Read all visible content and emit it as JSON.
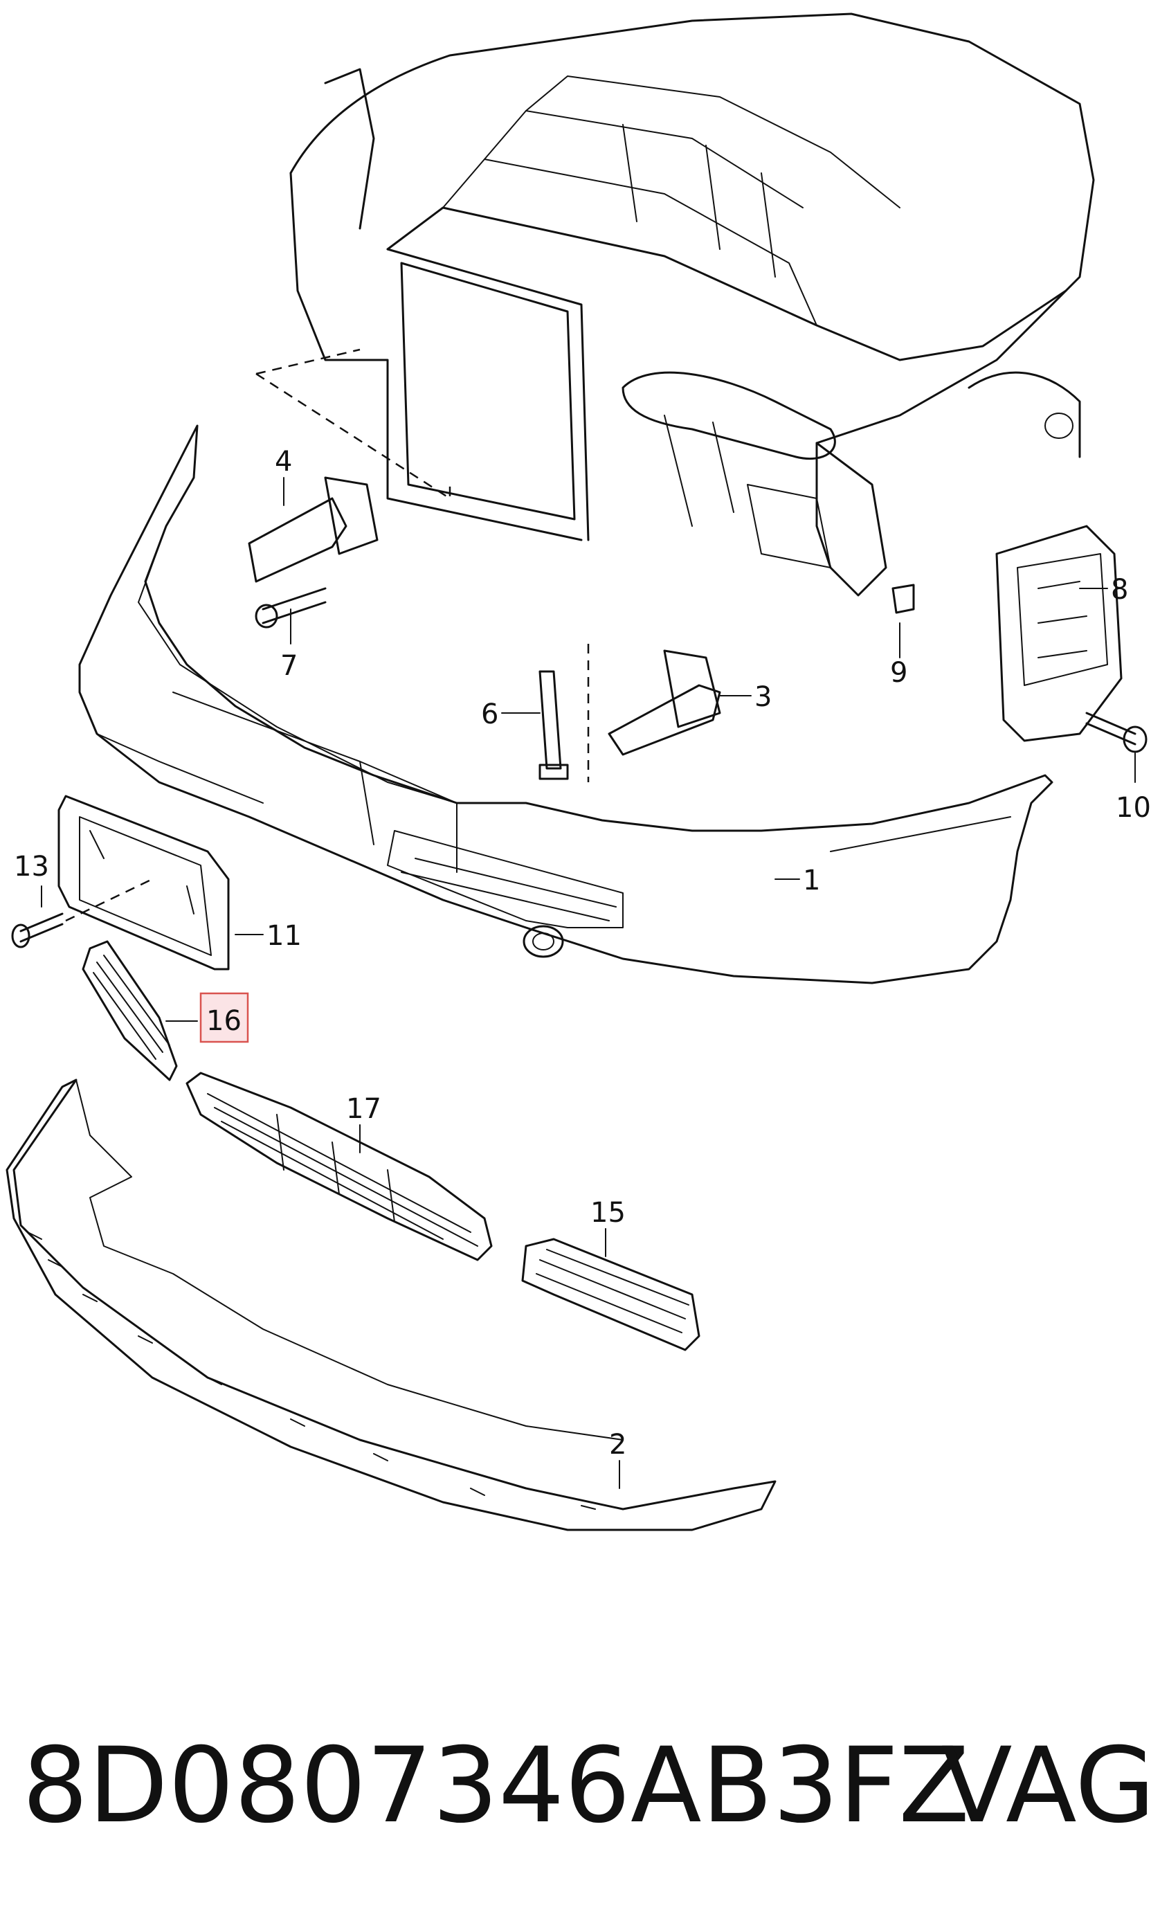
{
  "diagram": {
    "callouts": [
      {
        "id": "c1",
        "label": "1"
      },
      {
        "id": "c2",
        "label": "2"
      },
      {
        "id": "c3",
        "label": "3"
      },
      {
        "id": "c4",
        "label": "4"
      },
      {
        "id": "c6",
        "label": "6"
      },
      {
        "id": "c7",
        "label": "7"
      },
      {
        "id": "c8",
        "label": "8"
      },
      {
        "id": "c9",
        "label": "9"
      },
      {
        "id": "c10",
        "label": "10"
      },
      {
        "id": "c11",
        "label": "11"
      },
      {
        "id": "c13",
        "label": "13"
      },
      {
        "id": "c15",
        "label": "15"
      },
      {
        "id": "c16",
        "label": "16"
      },
      {
        "id": "c17",
        "label": "17"
      }
    ],
    "highlighted_callout": "16",
    "highlight_color": "#d9534f"
  },
  "footer": {
    "part_number": "8D0807346AB3FZ",
    "brand": "VAG"
  }
}
